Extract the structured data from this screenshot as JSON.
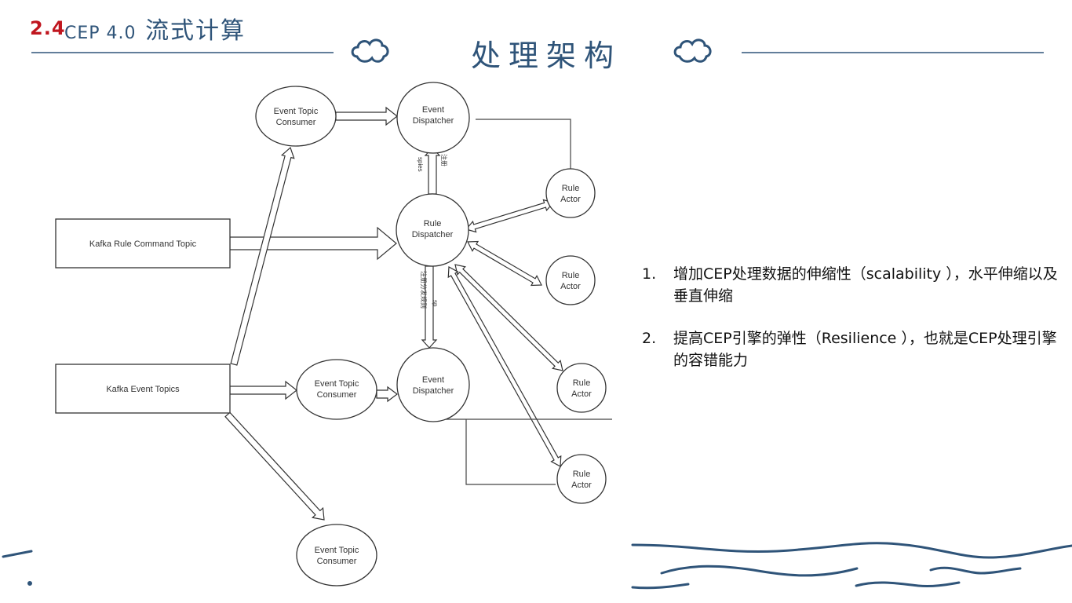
{
  "slide": {
    "title_number": "2.4",
    "title_latin": "CEP 4.0",
    "title_cjk": "流式计算",
    "subtitle": "处理架构",
    "decorations": [
      "cloud-icon",
      "cloud-icon",
      "wave-lines"
    ]
  },
  "diagram": {
    "nodes": {
      "kafka_rule_command_topic": "Kafka Rule Command Topic",
      "kafka_event_topics": "Kafka Event Topics",
      "event_topic_consumer_top": [
        "Event Topic",
        "Consumer"
      ],
      "event_topic_consumer_mid": [
        "Event Topic",
        "Consumer"
      ],
      "event_topic_consumer_bottom": [
        "Event Topic",
        "Consumer"
      ],
      "event_dispatcher_top": [
        "Event",
        "Dispatcher"
      ],
      "event_dispatcher_bottom": [
        "Event",
        "Dispatcher"
      ],
      "rule_dispatcher": [
        "Rule",
        "Dispatcher"
      ],
      "rule_actor_1": [
        "Rule",
        "Actor"
      ],
      "rule_actor_2": [
        "Rule",
        "Actor"
      ],
      "rule_actor_3": [
        "Rule",
        "Actor"
      ],
      "rule_actor_4": [
        "Rule",
        "Actor"
      ]
    },
    "edge_labels": {
      "rule_to_event_dispatcher_top": "spies",
      "rule_to_event_dispatcher_top_2": "注册",
      "rule_to_event_dispatcher_bottom": "sp",
      "rule_to_event_dispatcher_bottom_2": "注册分发规则"
    }
  },
  "bullets": [
    {
      "num": "1.",
      "text": "增加CEP处理数据的伸缩性（scalability ），水平伸缩以及垂直伸缩"
    },
    {
      "num": "2.",
      "text": "提高CEP引擎的弹性（Resilience ），也就是CEP处理引擎的容错能力"
    }
  ],
  "colors": {
    "accent_red": "#c0161f",
    "accent_blue": "#2f5479",
    "diagram_line": "#333333"
  }
}
